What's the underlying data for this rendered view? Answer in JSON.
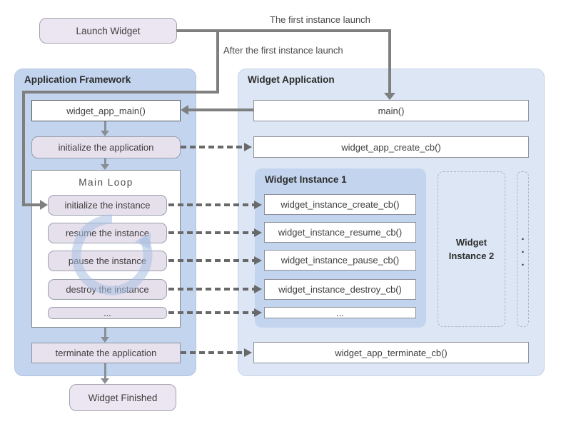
{
  "connectors": {
    "first_launch_label": "The first instance launch",
    "after_first_launch_label": "After the first instance launch"
  },
  "nodes": {
    "launch": "Launch Widget",
    "finished": "Widget Finished"
  },
  "framework": {
    "title": "Application Framework",
    "main_fn": "widget_app_main()",
    "init_app": "initialize the application",
    "main_loop": {
      "title": "Main Loop",
      "steps": [
        "initialize the instance",
        "resume the instance",
        "pause the instance",
        "destroy the instance",
        "..."
      ]
    },
    "terminate_app": "terminate the application"
  },
  "application": {
    "title": "Widget Application",
    "main_fn": "main()",
    "create_cb": "widget_app_create_cb()",
    "instance1": {
      "title": "Widget Instance 1",
      "callbacks": [
        "widget_instance_create_cb()",
        "widget_instance_resume_cb()",
        "widget_instance_pause_cb()",
        "widget_instance_destroy_cb()",
        "..."
      ]
    },
    "instance2": {
      "line1": "Widget",
      "line2": "Instance 2"
    },
    "dots": [
      ".",
      ".",
      "."
    ],
    "terminate_cb": "widget_app_terminate_cb()"
  },
  "colors": {
    "framework_panel_fill": "#c3d5ee",
    "application_panel_fill": "#dce6f4",
    "instance_panel_fill": "#c3d5ee",
    "step_box_fill": "#e6e0ed",
    "terminal_box_fill": "#ece6f2",
    "callback_box_fill": "#ffffff",
    "solid_connector": "#7f7f7f",
    "dashed_connector": "#696969",
    "loop_watermark": "#a7c0e2"
  }
}
